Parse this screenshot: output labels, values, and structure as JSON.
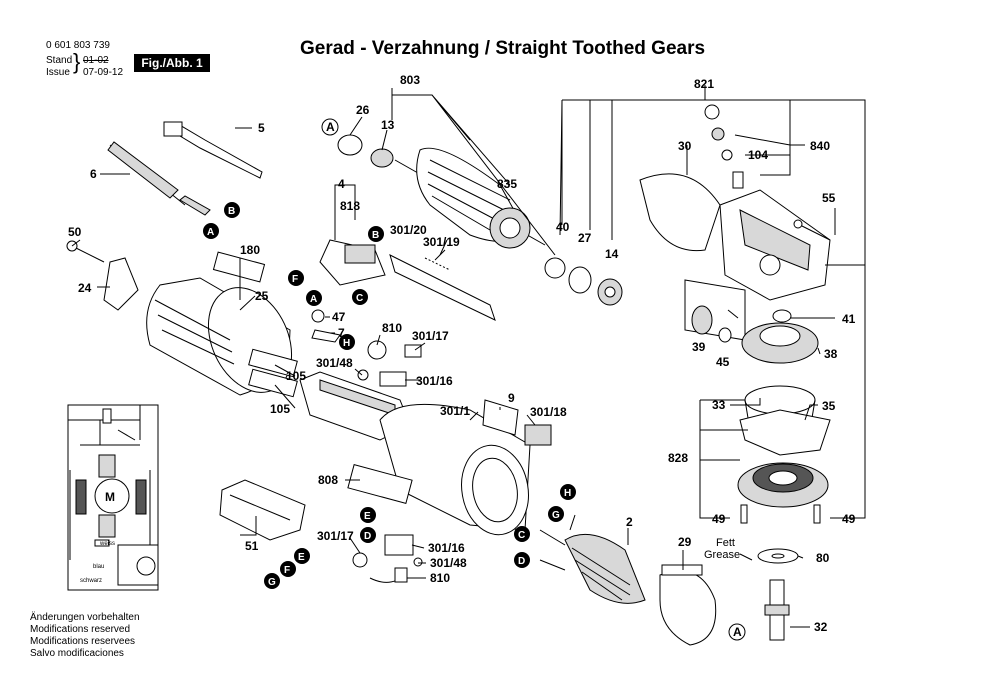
{
  "header": {
    "part_code": "0 601 803 739",
    "stand_label": "Stand",
    "issue_label": "Issue",
    "stand_old": "01-02",
    "issue_date": "07-09-12",
    "fig_label": "Fig./Abb. 1"
  },
  "title": "Gerad - Verzahnung / Straight Toothed Gears",
  "notes": [
    "Änderungen vorbehalten",
    "Modifications reserved",
    "Modifications reservees",
    "Salvo modificaciones"
  ],
  "callouts": {
    "5": "5",
    "6": "6",
    "4": "4",
    "818": "818",
    "50": "50",
    "24": "24",
    "180": "180",
    "25": "25",
    "105a": "105",
    "105b": "105",
    "47": "47",
    "7": "7",
    "810a": "810",
    "301_17a": "301/17",
    "301_48a": "301/48",
    "301_16a": "301/16",
    "803": "803",
    "26": "26",
    "13": "13",
    "835": "835",
    "301_20": "301/20",
    "301_19": "301/19",
    "40": "40",
    "27": "27",
    "14": "14",
    "30": "30",
    "821": "821",
    "104": "104",
    "840": "840",
    "55": "55",
    "41": "41",
    "39": "39",
    "45": "45",
    "38": "38",
    "33": "33",
    "35": "35",
    "828": "828",
    "49a": "49",
    "49b": "49",
    "9": "9",
    "301_1": "301/1",
    "301_18": "301/18",
    "808": "808",
    "51": "51",
    "301_17b": "301/17",
    "301_16b": "301/16",
    "301_48b": "301/48",
    "810b": "810",
    "2": "2",
    "29": "29",
    "80": "80",
    "32": "32",
    "fett": "Fett",
    "grease": "Grease"
  },
  "wiring": {
    "blau": "blau",
    "schwarz": "schwarz",
    "motor": "M",
    "weiss": "weiss"
  },
  "connectors": [
    "A",
    "B",
    "C",
    "D",
    "E",
    "F",
    "G",
    "H"
  ]
}
